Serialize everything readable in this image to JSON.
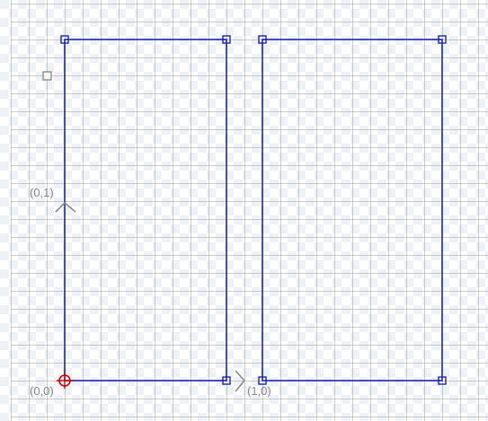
{
  "editor": {
    "origin_label": "(0,0)",
    "x_axis_label": "(1,0)",
    "y_axis_label": "(0,1)"
  },
  "colors": {
    "background": "#ffffff",
    "checker": "#eef1f5",
    "grid_line": "#9a9a9a",
    "shape_stroke": "#1624b5",
    "handle_stroke": "#1624b5",
    "axis_marker": "#8a8a8a",
    "origin_marker": "#cc0000",
    "detached_handle": "#7a7a7a"
  },
  "shapes": [
    {
      "name": "rectangle-left",
      "kind": "rectangle"
    },
    {
      "name": "rectangle-right",
      "kind": "rectangle"
    }
  ],
  "icons": {
    "origin": "origin-crosshair-icon",
    "x_axis": "x-axis-chevron-icon",
    "y_axis": "y-axis-chevron-icon",
    "loose_handle": "square-handle-icon"
  }
}
